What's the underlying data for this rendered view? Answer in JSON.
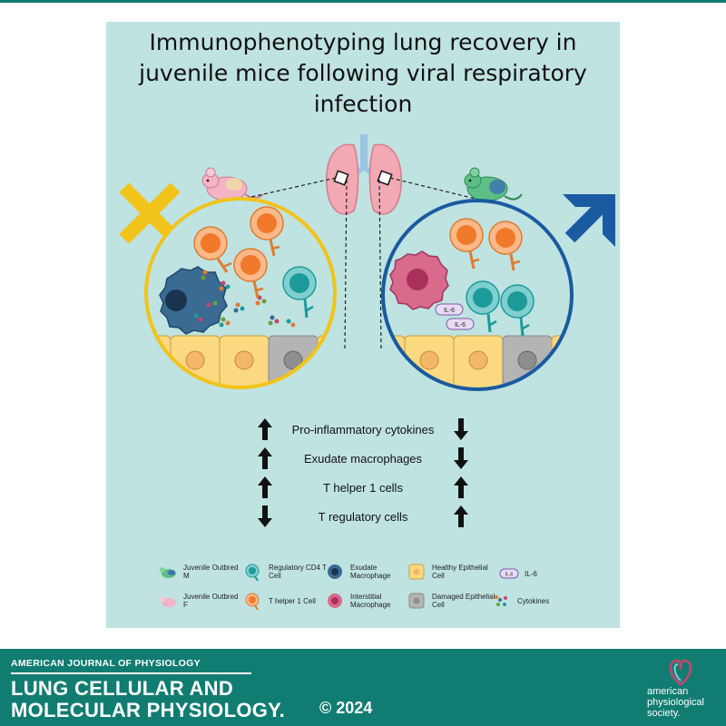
{
  "title": {
    "line1": "Immunophenotyping lung recovery in",
    "line2": "juvenile mice following viral respiratory",
    "line3": "infection"
  },
  "il6_label": "IL-6",
  "changes": [
    {
      "label": "Pro-inflammatory cytokines",
      "female": "up",
      "male": "down"
    },
    {
      "label": "Exudate macrophages",
      "female": "up",
      "male": "down"
    },
    {
      "label": "T helper 1 cells",
      "female": "up",
      "male": "up"
    },
    {
      "label": "T regulatory cells",
      "female": "down",
      "male": "up"
    }
  ],
  "legend": {
    "juvenile_m": "Juvenile Outbred M",
    "juvenile_f": "Juvenile Outbred F",
    "treg": "Regulatory CD4 T Cell",
    "th1": "T helper 1 Cell",
    "exudate": "Exudate Macrophage",
    "interstitial": "Interstitial Macrophage",
    "healthy": "Healthy Epithelial Cell",
    "damaged": "Damaged Epithelial Cell",
    "il6": "IL-6",
    "il6_icon_label": "IL-6",
    "cytokines": "Cytokines"
  },
  "footer": {
    "journal": "AMERICAN JOURNAL OF PHYSIOLOGY",
    "section_line1": "LUNG CELLULAR AND",
    "section_line2": "MOLECULAR PHYSIOLOGY.",
    "year": "© 2024",
    "publisher_line1": "american",
    "publisher_line2": "physiological",
    "publisher_line3": "society."
  },
  "colors": {
    "teal_footer": "#117c72",
    "panel_bg": "#bfe3e1",
    "female_ring": "#f2c31b",
    "male_ring": "#1a5aa0",
    "female_symbol": "#f2c31b",
    "male_symbol": "#1a5aa0",
    "th1_orange": "#f07a2a",
    "treg_teal": "#1d9a9a",
    "exudate_blue": "#2e5a80",
    "interstitial_pink": "#c8456e",
    "healthy_yellow": "#fbd980",
    "damaged_gray": "#b4b4b4"
  },
  "icons": [
    "female-symbol-icon",
    "male-symbol-icon",
    "lung-icon",
    "mouse-icon",
    "arrow-up-icon",
    "arrow-down-icon"
  ]
}
